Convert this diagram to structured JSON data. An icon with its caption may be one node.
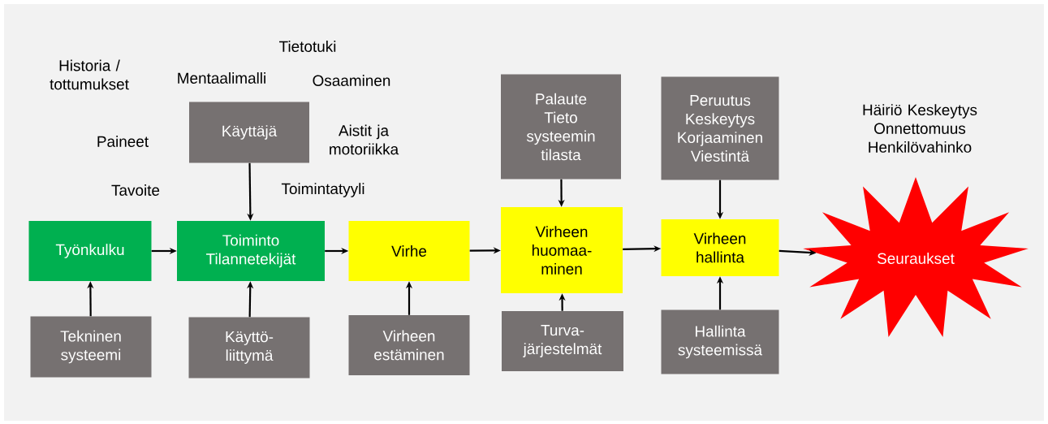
{
  "diagram": {
    "nodes": [
      {
        "text": [
          "Työnkulku"
        ]
      },
      {
        "text": [
          "Toiminto Tilannetekijät"
        ]
      },
      {
        "text": [
          "Virhe"
        ]
      },
      {
        "text": [
          "Virheen huomaa-minen"
        ]
      },
      {
        "text": [
          "Virheen hallinta"
        ]
      },
      {
        "text": [
          "Seuraukset"
        ],
        "beside": [
          "Häiriö Keskeytys Onnettomuus Henkilövahinko"
        ]
      },
      {
        "text": [
          "Käyttäjä"
        ]
      },
      {
        "text": [
          "Palaute Tieto systeemin tilasta"
        ]
      },
      {
        "text": [
          "Peruutus Keskeytys Korjaaminen Viestintä"
        ]
      },
      {
        "text": [
          "Tekninen systeemi"
        ]
      },
      {
        "text": [
          "Käyttö-liittymä"
        ]
      },
      {
        "text": [
          "Virheen estäminen"
        ]
      },
      {
        "text": [
          "Turva-järjestelmät"
        ]
      },
      {
        "text": [
          "Hallinta systeemissä"
        ]
      }
    ],
    "edges": [
      {
        "from": 0,
        "to": 1,
        "arrow": "to"
      },
      {
        "from": 1,
        "to": 2,
        "arrow": "to"
      },
      {
        "from": 2,
        "to": 3,
        "arrow": "to"
      },
      {
        "from": 3,
        "to": 4,
        "arrow": "to"
      },
      {
        "from": 4,
        "to": 5,
        "arrow": "to"
      },
      {
        "from": 6,
        "to": 1,
        "arrow": "to"
      },
      {
        "from": 7,
        "to": 3,
        "arrow": "to"
      },
      {
        "from": 8,
        "to": 4,
        "arrow": "to"
      },
      {
        "from": 9,
        "to": 0,
        "arrow": "to"
      },
      {
        "from": 10,
        "to": 1,
        "arrow": "to"
      },
      {
        "from": 11,
        "to": 2,
        "arrow": "to"
      },
      {
        "from": 12,
        "to": 3,
        "arrow": "to"
      },
      {
        "from": 13,
        "to": 4,
        "arrow": "to"
      }
    ],
    "labels": [
      "Tietotuki",
      "Historia / tottumukset",
      "Mentaalimalli",
      "Osaaminen",
      "Aistit ja motoriikka",
      "Paineet",
      "Tavoite",
      "Toimintatyyli"
    ]
  }
}
